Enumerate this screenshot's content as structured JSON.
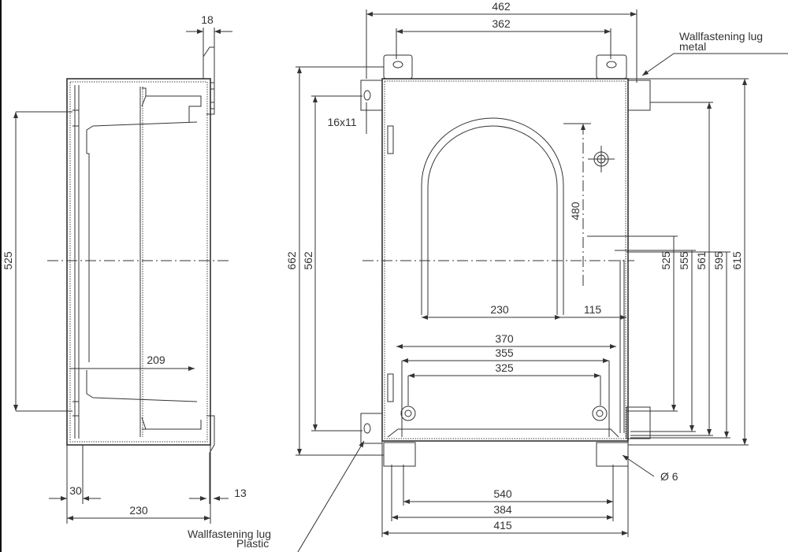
{
  "side_view": {
    "dims": {
      "d18": "18",
      "d525": "525",
      "d209": "209",
      "d30": "30",
      "d230": "230",
      "d13": "13"
    }
  },
  "front_view": {
    "dims": {
      "d462": "462",
      "d362": "362",
      "d16x11": "16x11",
      "d662": "662",
      "d562": "562",
      "d480": "480",
      "d230": "230",
      "d115": "115",
      "d370": "370",
      "d355": "355",
      "d325": "325",
      "d525": "525",
      "d555": "555",
      "d561": "561",
      "d595": "595",
      "d615": "615",
      "d540": "540",
      "d384": "384",
      "d415": "415",
      "dia6": "Ø 6"
    },
    "callouts": {
      "metal_line1": "Wallfastening lug",
      "metal_line2": "metal",
      "plastic_line1": "Wallfastening lug",
      "plastic_line2": "Plastic"
    }
  }
}
